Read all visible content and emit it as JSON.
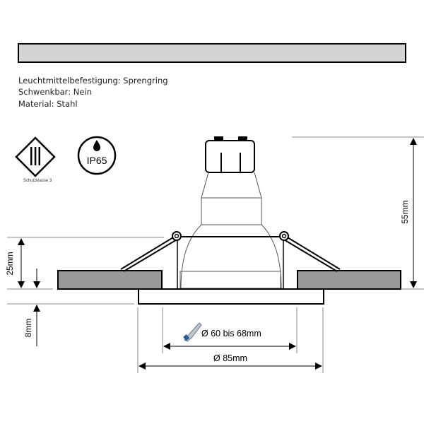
{
  "specs": [
    "Leuchtmittelbefestigung: Sprengring",
    "Schwenkbar: Nein",
    "Material: Stahl"
  ],
  "icons": {
    "protection_class_label": "Schutzklasse 3",
    "ip_rating": "IP65"
  },
  "dimensions": {
    "height_total": "55mm",
    "installation_depth": "25mm",
    "flange_height": "8mm",
    "cutout": "Ø 60 bis 68mm",
    "outer_diameter": "Ø 85mm"
  },
  "colors": {
    "header_bar": "#d4d4d4",
    "ceiling": "#999999"
  }
}
